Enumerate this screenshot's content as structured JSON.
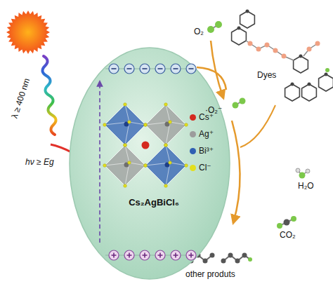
{
  "diagram": {
    "nodes": [
      {
        "text": [
          "Cs₂AgBiCl₆"
        ]
      }
    ],
    "labels": [
      "λ ≥ 400 nm",
      "hν ≥ Eg",
      "O₂",
      "·O₂⁻",
      "Dyes",
      "H₂O",
      "CO₂",
      "other produts"
    ],
    "legend": [
      {
        "text": "Cs⁺",
        "color": "#d42a1f"
      },
      {
        "text": "Ag⁺",
        "color": "#9c9c9c"
      },
      {
        "text": "Bi³⁺",
        "color": "#2f5fb3"
      },
      {
        "text": "Cl⁻",
        "color": "#e3df1c"
      }
    ]
  }
}
